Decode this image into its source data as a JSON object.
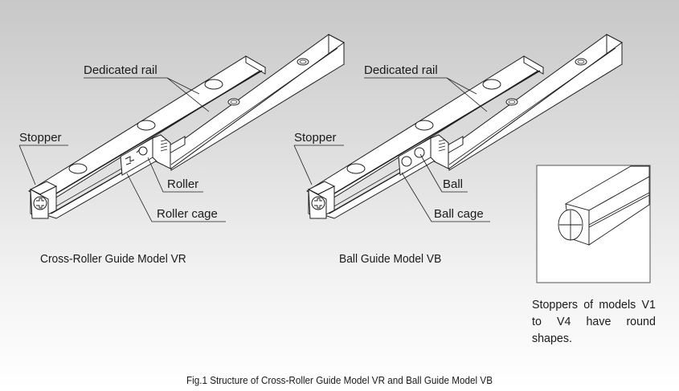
{
  "figure": {
    "caption": "Fig.1 Structure of Cross-Roller Guide Model VR and Ball Guide Model VB"
  },
  "left_assembly": {
    "title": "Cross-Roller Guide Model VR",
    "labels": {
      "rail": "Dedicated rail",
      "stopper": "Stopper",
      "rolling_element": "Roller",
      "cage": "Roller cage"
    }
  },
  "right_assembly": {
    "title": "Ball Guide Model VB",
    "labels": {
      "rail": "Dedicated rail",
      "stopper": "Stopper",
      "rolling_element": "Ball",
      "cage": "Ball cage"
    }
  },
  "inset": {
    "note": "Stoppers of models V1 to V4 have round shapes."
  },
  "colors": {
    "line": "#1e1e1e",
    "part_fill": "#ffffff",
    "background_top": "#c8c8c8",
    "background_bottom": "#ffffff"
  }
}
